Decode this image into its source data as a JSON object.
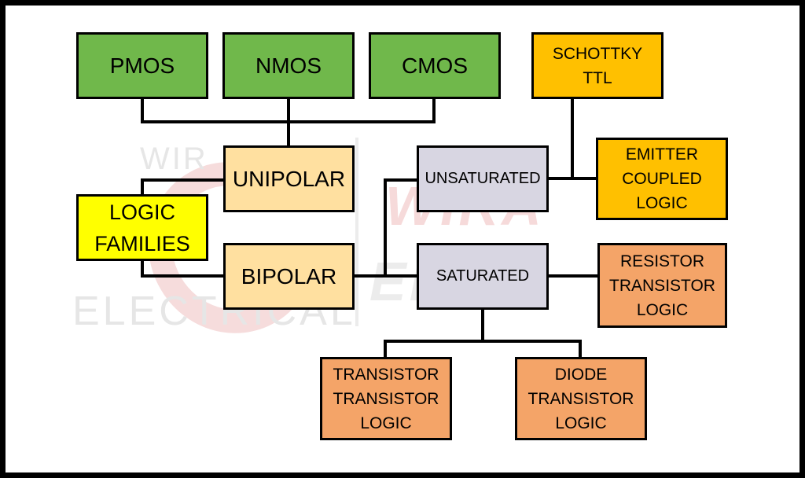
{
  "diagram": {
    "nodes": {
      "logic_families": "LOGIC\nFAMILIES",
      "unipolar": "UNIPOLAR",
      "bipolar": "BIPOLAR",
      "pmos": "PMOS",
      "nmos": "NMOS",
      "cmos": "CMOS",
      "unsaturated": "UNSATURATED",
      "saturated": "SATURATED",
      "schottky_ttl": "SCHOTTKY\nTTL",
      "ecl": "EMITTER\nCOUPLED\nLOGIC",
      "rtl": "RESISTOR\nTRANSISTOR\nLOGIC",
      "ttl": "TRANSISTOR\nTRANSISTOR\nLOGIC",
      "dtl": "DIODE\nTRANSISTOR\nLOGIC"
    },
    "edges": [
      [
        "logic_families",
        "unipolar"
      ],
      [
        "logic_families",
        "bipolar"
      ],
      [
        "unipolar",
        "pmos"
      ],
      [
        "unipolar",
        "nmos"
      ],
      [
        "unipolar",
        "cmos"
      ],
      [
        "bipolar",
        "unsaturated"
      ],
      [
        "bipolar",
        "saturated"
      ],
      [
        "unsaturated",
        "schottky_ttl"
      ],
      [
        "unsaturated",
        "ecl"
      ],
      [
        "saturated",
        "rtl"
      ],
      [
        "saturated",
        "ttl"
      ],
      [
        "saturated",
        "dtl"
      ]
    ],
    "colors": {
      "mos": "#70b84b",
      "unsaturated_types": "#ffc000",
      "branch": "#ffe0a0",
      "root": "#ffff00",
      "mode": "#d8d6e2",
      "saturated_types": "#f4a468"
    }
  },
  "watermark": {
    "line1": "WIR",
    "line2": "ELECTRICAL",
    "brand1": "WIRA",
    "brand2": "ELEC"
  }
}
